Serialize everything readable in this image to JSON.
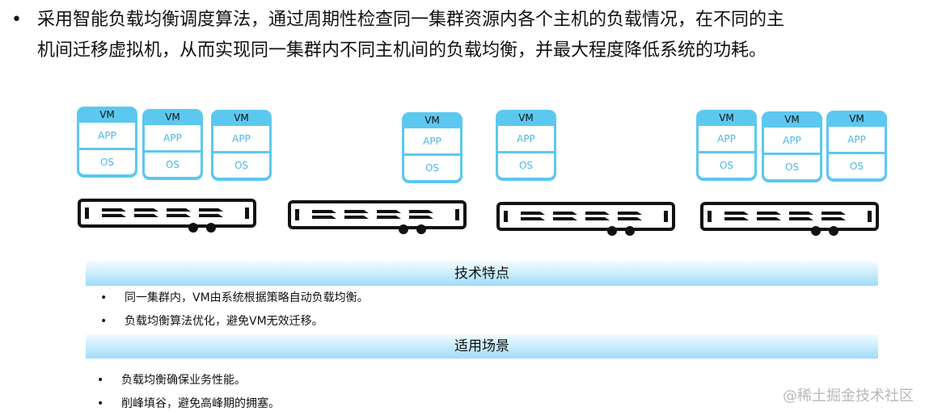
{
  "intro": {
    "bullet": "•",
    "line1": "采用智能负载均衡调度算法，通过周期性检查同一集群资源内各个主机的负载情况，在不同的主",
    "line2": "机间迁移虚拟机，从而实现同一集群内不同主机间的负载均衡，并最大程度降低系统的功耗。"
  },
  "vm_card": {
    "vm": "VM",
    "app": "APP",
    "os": "OS"
  },
  "colors": {
    "vm_blue": "#5cc8ef",
    "band_blue": "#9fdcf8",
    "server_dark": "#111111"
  },
  "features": {
    "title": "技术特点",
    "items": [
      "同一集群内，VM由系统根据策略自动负载均衡。",
      "负载均衡算法优化，避免VM无效迁移。"
    ]
  },
  "scenarios": {
    "title": "适用场景",
    "items": [
      "负载均衡确保业务性能。",
      "削峰填谷，避免高峰期的拥塞。"
    ]
  },
  "bullet": "•",
  "watermark": "@稀土掘金技术社区"
}
